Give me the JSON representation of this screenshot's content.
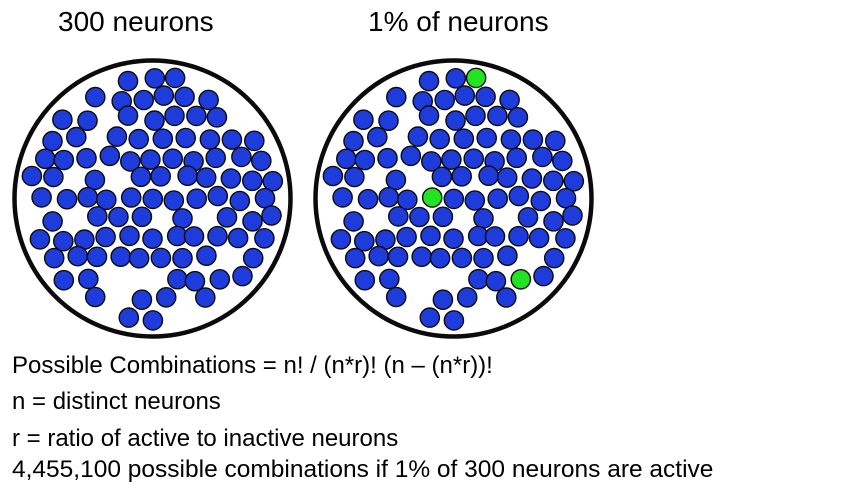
{
  "left_panel": {
    "title": "300 neurons"
  },
  "right_panel": {
    "title": "1% of neurons"
  },
  "colors": {
    "inactive_neuron": "#1e3bdc",
    "active_neuron": "#22e322",
    "outline": "#0b0b0b",
    "disc_fill": "#ffffff"
  },
  "formula": {
    "line1": "Possible Combinations = n! / (n*r)! (n – (n*r))!",
    "line2": "n = distinct neurons",
    "line3": "r = ratio of active to inactive neurons",
    "line4": "4,455,100 possible combinations if 1% of 300 neurons are active"
  }
}
